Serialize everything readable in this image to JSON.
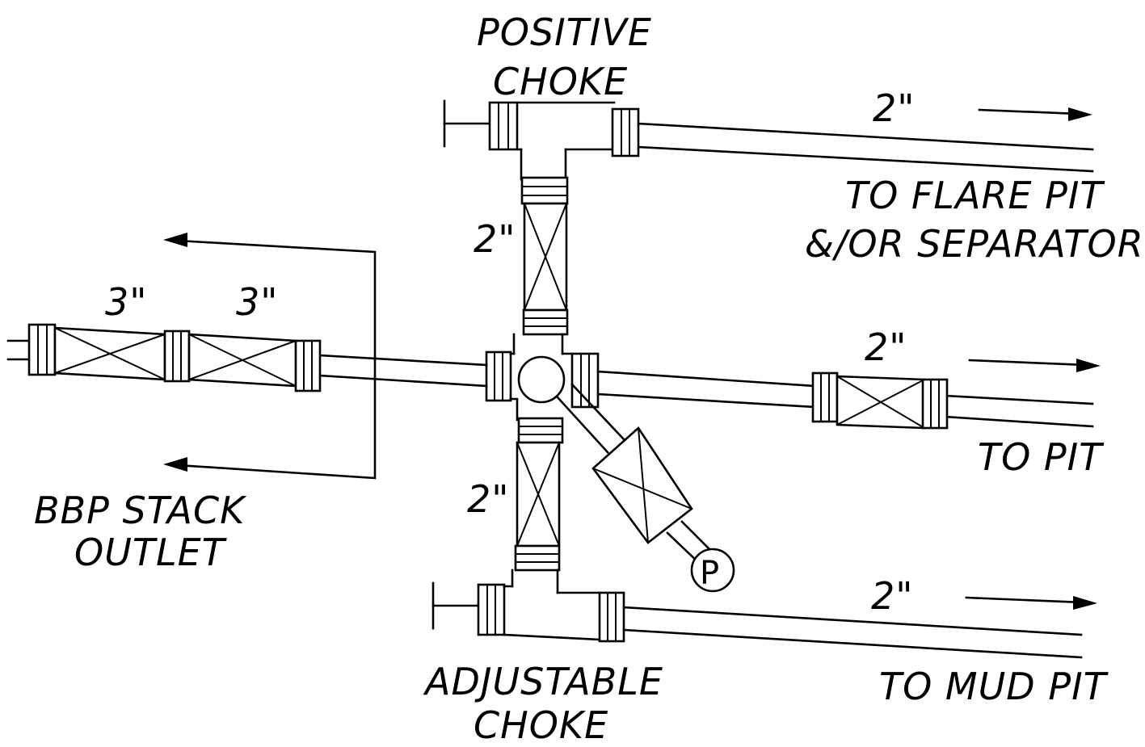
{
  "labels": {
    "positive_choke_line1": "POSITIVE",
    "positive_choke_line2": "CHOKE",
    "adjustable_choke_line1": "ADJUSTABLE",
    "adjustable_choke_line2": "CHOKE",
    "to_flare_line1": "TO FLARE PIT",
    "to_flare_line2": "&/OR SEPARATOR",
    "to_pit": "TO PIT",
    "to_mud_pit": "TO MUD PIT",
    "bbp_line1": "BBP STACK",
    "bbp_line2": "OUTLET",
    "pressure_gauge": "P"
  },
  "sizes": {
    "top_line": "2\"",
    "middle_line": "2\"",
    "bottom_line": "2\"",
    "upper_vertical": "2\"",
    "lower_vertical": "2\"",
    "inlet_valve_1": "3\"",
    "inlet_valve_2": "3\""
  }
}
